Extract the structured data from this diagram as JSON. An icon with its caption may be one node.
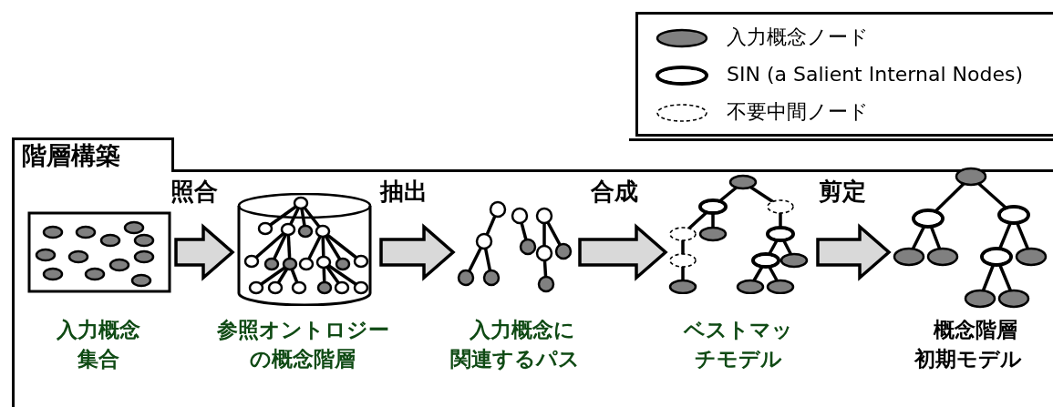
{
  "diagram": {
    "nodes": [
      {
        "text": [
          "階層構築"
        ]
      },
      {
        "text": [],
        "shape": "picture",
        "in": 0,
        "beside": [
          "入力概念集合"
        ]
      },
      {
        "text": [],
        "shape": "picture",
        "in": 0,
        "beside": [
          "参照オントロジーの概念階層"
        ]
      },
      {
        "text": [],
        "shape": "picture",
        "in": 0,
        "beside": [
          "入力概念に関連するパス"
        ]
      },
      {
        "text": [],
        "shape": "picture",
        "in": 0,
        "beside": [
          "ベストマッチモデル"
        ]
      },
      {
        "text": [],
        "shape": "picture",
        "in": 0,
        "beside": [
          "概念階層初期モデル"
        ]
      }
    ],
    "edges": [
      {
        "from": 1,
        "to": 2,
        "arrow": "to",
        "label": "照合"
      },
      {
        "from": 2,
        "to": 3,
        "arrow": "to",
        "label": "抽出"
      },
      {
        "from": 3,
        "to": 4,
        "arrow": "to",
        "label": "合成"
      },
      {
        "from": 4,
        "to": 5,
        "arrow": "to",
        "label": "剪定"
      }
    ],
    "legend": [
      {
        "text": "入力概念ノード"
      },
      {
        "text": "SIN (a Salient Internal Nodes)"
      },
      {
        "text": "不要中間ノード"
      }
    ]
  }
}
